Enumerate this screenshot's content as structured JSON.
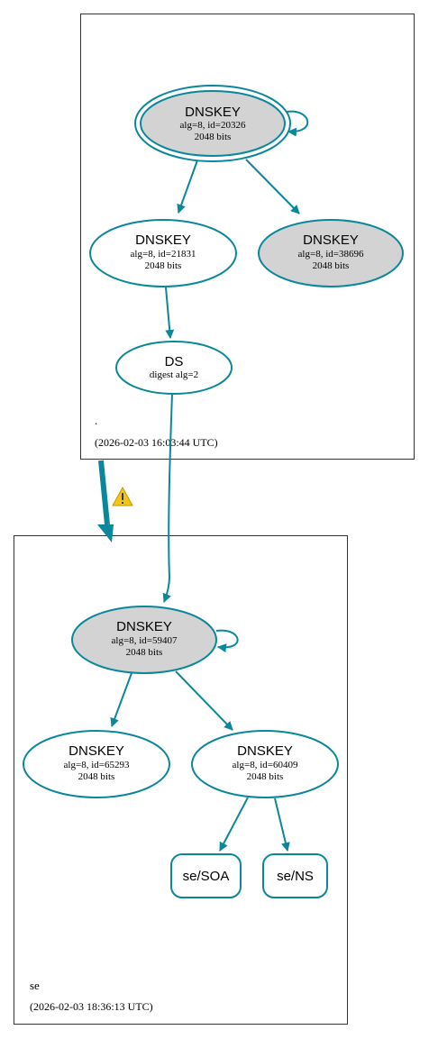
{
  "colors": {
    "edge": "#0a879a",
    "node_fill_grey": "#d3d3d3",
    "box_stroke": "#333333",
    "warning": "#f0c419"
  },
  "zones": {
    "root": {
      "name": ".",
      "timestamp": "(2026-02-03 16:03:44 UTC)"
    },
    "se": {
      "name": "se",
      "timestamp": "(2026-02-03 18:36:13 UTC)"
    }
  },
  "nodes": {
    "root_ksk": {
      "title": "DNSKEY",
      "line1": "alg=8, id=20326",
      "line2": "2048 bits"
    },
    "root_zsk1": {
      "title": "DNSKEY",
      "line1": "alg=8, id=21831",
      "line2": "2048 bits"
    },
    "root_zsk2": {
      "title": "DNSKEY",
      "line1": "alg=8, id=38696",
      "line2": "2048 bits"
    },
    "root_ds": {
      "title": "DS",
      "line1": "digest alg=2"
    },
    "se_ksk": {
      "title": "DNSKEY",
      "line1": "alg=8, id=59407",
      "line2": "2048 bits"
    },
    "se_zsk1": {
      "title": "DNSKEY",
      "line1": "alg=8, id=65293",
      "line2": "2048 bits"
    },
    "se_zsk2": {
      "title": "DNSKEY",
      "line1": "alg=8, id=60409",
      "line2": "2048 bits"
    },
    "se_soa": {
      "label": "se/SOA"
    },
    "se_ns": {
      "label": "se/NS"
    }
  },
  "icons": {
    "delegation_warning": "warning-icon"
  }
}
